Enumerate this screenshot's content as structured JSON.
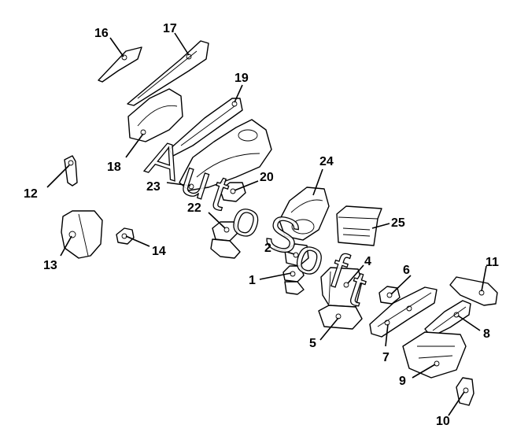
{
  "watermark": {
    "letters": [
      "A",
      "u",
      "t",
      "o",
      "S",
      "o",
      "f",
      "t"
    ],
    "fill_color": "#ffffff",
    "stroke_color": "#000000"
  },
  "callouts": {
    "p1": "1",
    "p2": "2",
    "p4": "4",
    "p5": "5",
    "p6": "6",
    "p7": "7",
    "p8": "8",
    "p9": "9",
    "p10": "10",
    "p11": "11",
    "p12": "12",
    "p13": "13",
    "p14": "14",
    "p16": "16",
    "p17": "17",
    "p18": "18",
    "p19": "19",
    "p20": "20",
    "p22": "22",
    "p23": "23",
    "p24": "24",
    "p25": "25"
  },
  "colors": {
    "line": "#000000",
    "background": "#ffffff"
  }
}
